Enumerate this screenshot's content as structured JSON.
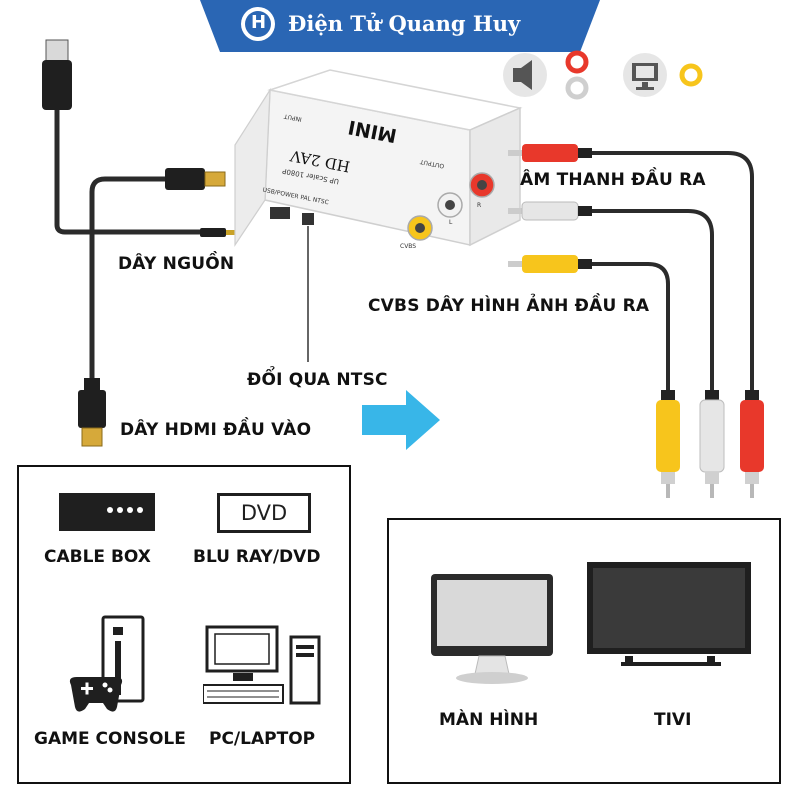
{
  "brand": {
    "name": "Điện Tử Quang Huy",
    "logo_letter": "H",
    "color": "#2a66b4"
  },
  "device": {
    "model": "MINI",
    "title": "HD 2AV",
    "subtitle": "UP Scaler 1080P",
    "input_label": "INPUT",
    "output_label": "OUTPUT",
    "switch_label": "USB/POWER PAL NTSC",
    "port_labels": [
      "CVBS",
      "L",
      "R"
    ]
  },
  "labels": {
    "power_cable": "DÂY NGUỒN",
    "hdmi_input": "DÂY HDMI ĐẦU VÀO",
    "ntsc_switch": "ĐỔI QUA  NTSC",
    "audio_out": "ÂM THANH ĐẦU RA",
    "video_out": "CVBS DÂY HÌNH ẢNH ĐẦU RA"
  },
  "sources": [
    {
      "name": "CABLE BOX",
      "icon": "cable-box-icon"
    },
    {
      "name": "BLU RAY/DVD",
      "icon": "dvd-player-icon",
      "icon_text": "DVD"
    },
    {
      "name": "GAME CONSOLE",
      "icon": "game-console-icon"
    },
    {
      "name": "PC/LAPTOP",
      "icon": "pc-icon"
    }
  ],
  "outputs": [
    {
      "name": "MÀN HÌNH",
      "icon": "monitor-icon"
    },
    {
      "name": "TIVI",
      "icon": "tv-icon"
    }
  ],
  "colors": {
    "arrow": "#38b6e8",
    "rca_red": "#e8382b",
    "rca_white": "#e6e6e6",
    "rca_yellow": "#f7c51c",
    "cable": "#2b2b2b"
  }
}
